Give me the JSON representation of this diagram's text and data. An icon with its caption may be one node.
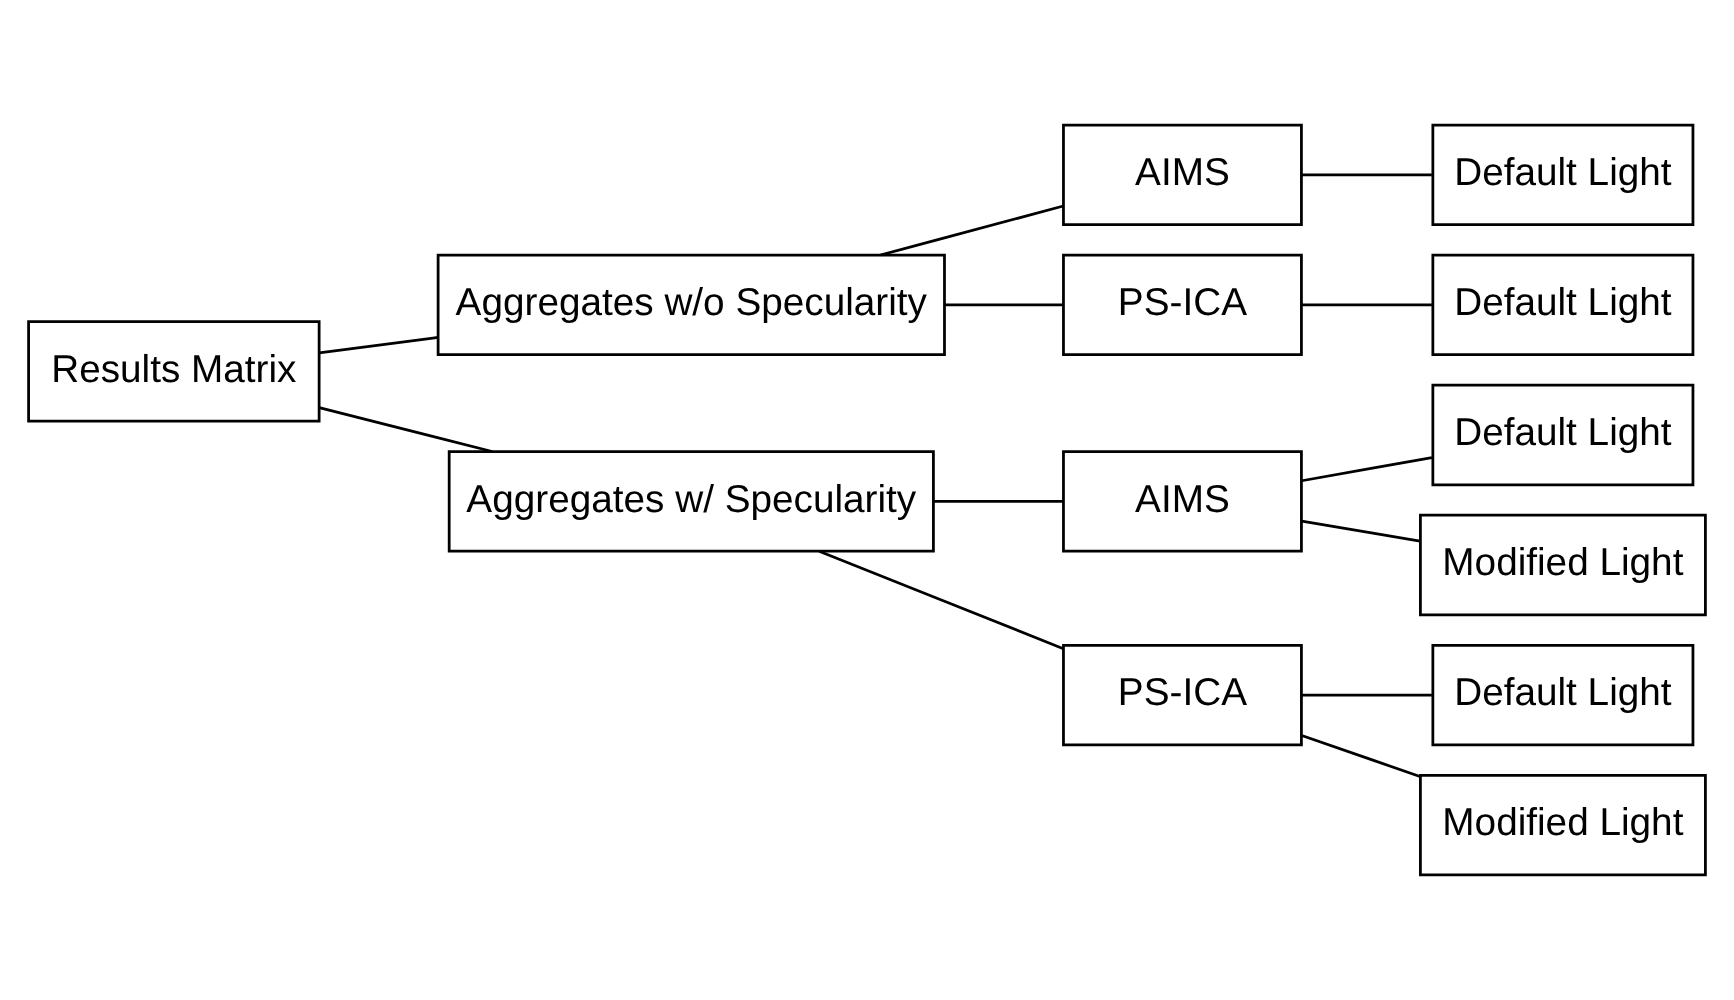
{
  "diagram": {
    "nodes": [
      {
        "text": [
          "Results Matrix"
        ]
      },
      {
        "text": [
          "Aggregates w/o Specularity"
        ]
      },
      {
        "text": [
          "AIMS"
        ]
      },
      {
        "text": [
          "PS-ICA"
        ]
      },
      {
        "text": [
          "Default Light"
        ]
      },
      {
        "text": [
          "Default Light"
        ]
      },
      {
        "text": [
          "Aggregates w/ Specularity"
        ]
      },
      {
        "text": [
          "AIMS"
        ]
      },
      {
        "text": [
          "PS-ICA"
        ]
      },
      {
        "text": [
          "Default Light"
        ]
      },
      {
        "text": [
          "Modified Light"
        ]
      },
      {
        "text": [
          "Default Light"
        ]
      },
      {
        "text": [
          "Modified Light"
        ]
      }
    ],
    "edges": [
      {
        "from": 0,
        "to": 1,
        "arrow": "none"
      },
      {
        "from": 0,
        "to": 6,
        "arrow": "none"
      },
      {
        "from": 1,
        "to": 2,
        "arrow": "none"
      },
      {
        "from": 1,
        "to": 3,
        "arrow": "none"
      },
      {
        "from": 2,
        "to": 4,
        "arrow": "none"
      },
      {
        "from": 3,
        "to": 5,
        "arrow": "none"
      },
      {
        "from": 6,
        "to": 7,
        "arrow": "none"
      },
      {
        "from": 6,
        "to": 8,
        "arrow": "none"
      },
      {
        "from": 7,
        "to": 9,
        "arrow": "none"
      },
      {
        "from": 7,
        "to": 10,
        "arrow": "none"
      },
      {
        "from": 8,
        "to": 11,
        "arrow": "none"
      },
      {
        "from": 8,
        "to": 12,
        "arrow": "none"
      }
    ]
  }
}
